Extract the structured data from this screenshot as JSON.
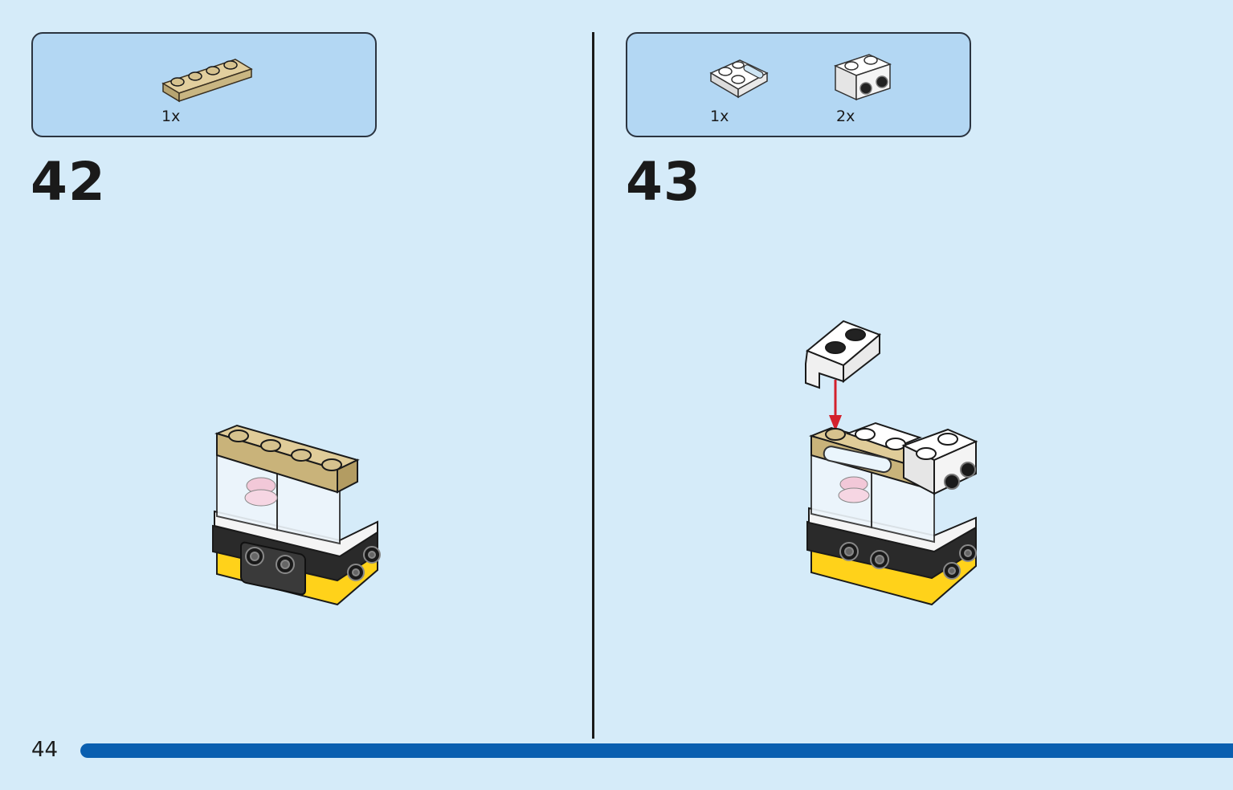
{
  "page": {
    "number": "44",
    "progress": 1.0
  },
  "colors": {
    "background": "#d5ebf9",
    "parts_box": "#b3d7f3",
    "progress": "#0a5fb0",
    "tan_brick": "#d6c28e",
    "yellow_base": "#ffd21a",
    "arrow": "#d3212d"
  },
  "steps": [
    {
      "number": "42",
      "parts": [
        {
          "icon": "tan-plate-1x4",
          "qty": "1x"
        }
      ]
    },
    {
      "number": "43",
      "parts": [
        {
          "icon": "white-plate-with-bar",
          "qty": "1x"
        },
        {
          "icon": "white-bracket-1x2",
          "qty": "2x"
        }
      ]
    }
  ]
}
